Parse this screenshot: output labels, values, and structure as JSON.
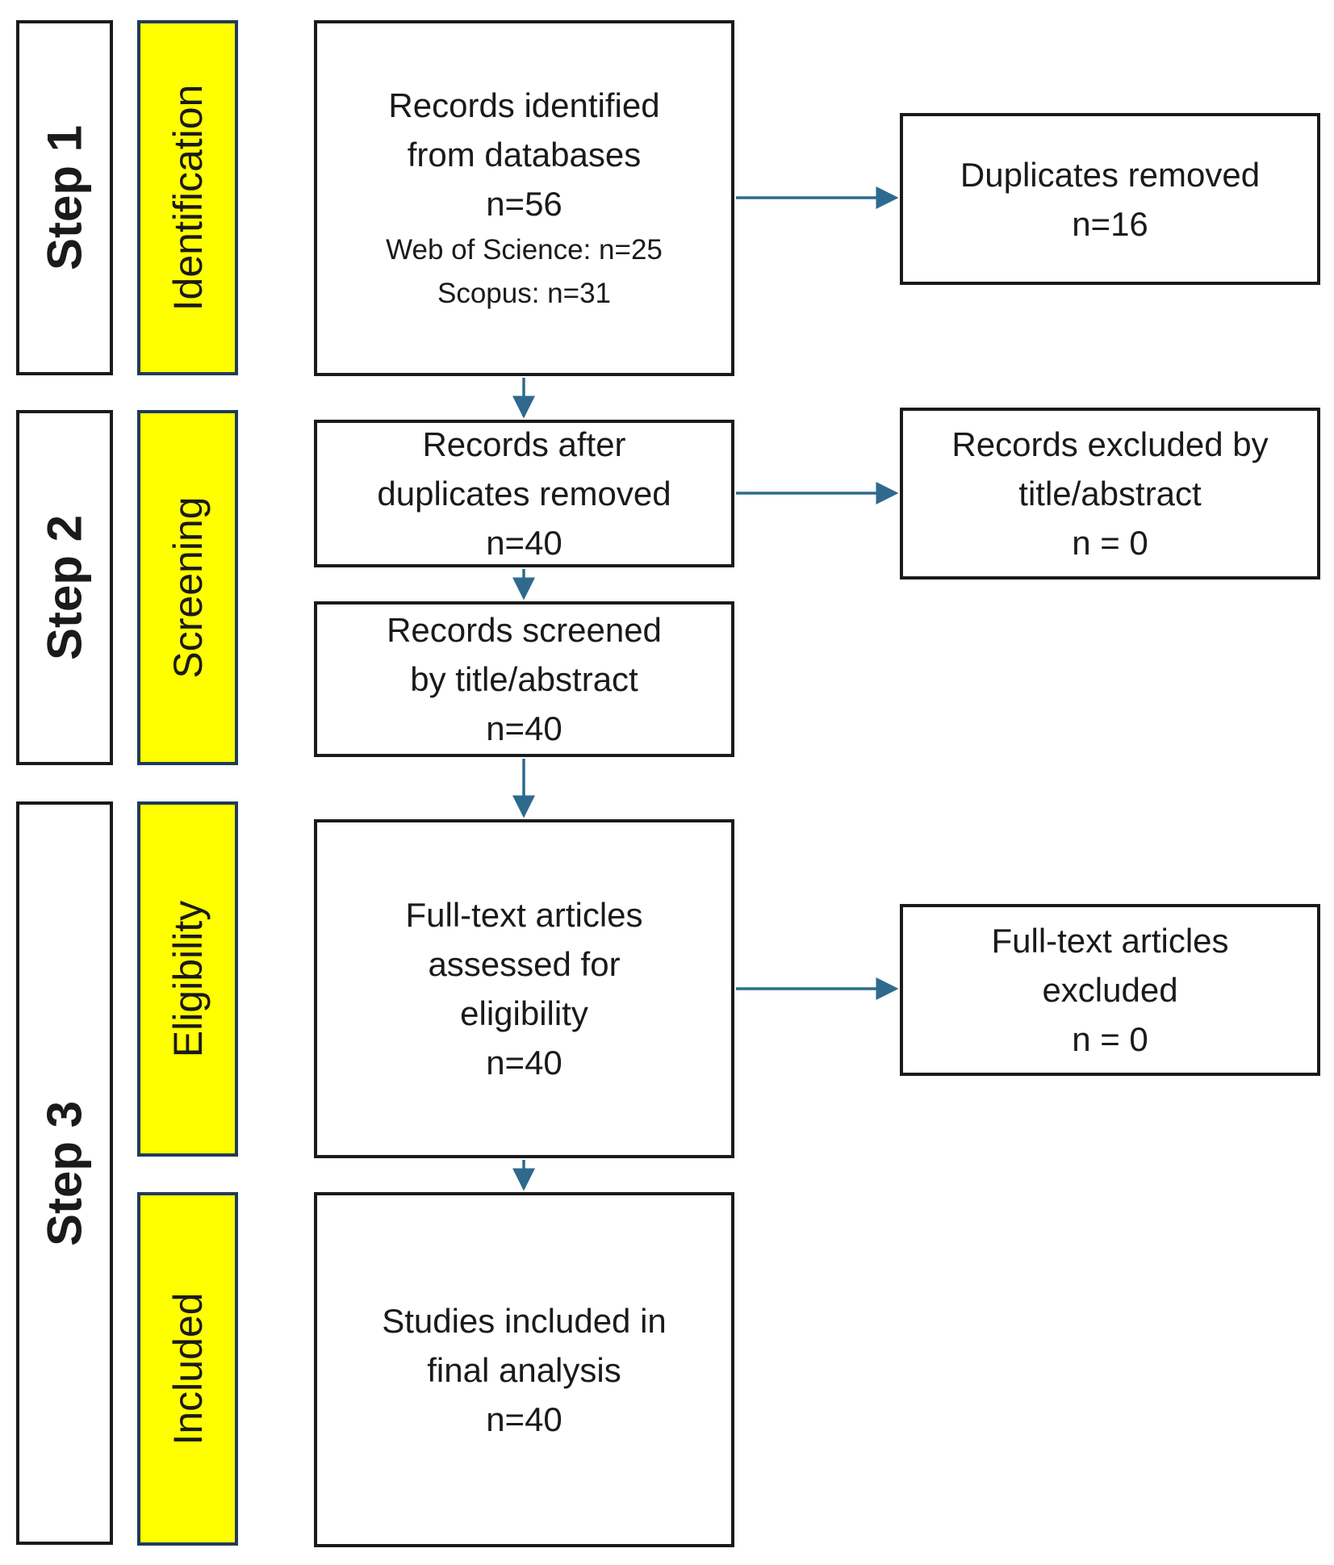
{
  "steps": {
    "step1": "Step 1",
    "step2": "Step 2",
    "step3": "Step 3"
  },
  "stages": {
    "identification": "Identification",
    "screening": "Screening",
    "eligibility": "Eligibility",
    "included": "Included"
  },
  "boxes": {
    "identified": {
      "line1": "Records identified",
      "line2": "from databases",
      "count": "n=56",
      "source1": "Web of Science: n=25",
      "source2": "Scopus: n=31"
    },
    "duplicates_removed": {
      "line1": "Duplicates removed",
      "count": "n=16"
    },
    "after_duplicates": {
      "line1": "Records after",
      "line2": "duplicates removed",
      "count": "n=40"
    },
    "excluded_title_abstract": {
      "line1": "Records excluded by",
      "line2": "title/abstract",
      "count": "n = 0"
    },
    "screened": {
      "line1": "Records screened",
      "line2": "by title/abstract",
      "count": "n=40"
    },
    "fulltext_assessed": {
      "line1": "Full-text articles",
      "line2": "assessed for",
      "line3": "eligibility",
      "count": "n=40"
    },
    "fulltext_excluded": {
      "line1": "Full-text articles",
      "line2": "excluded",
      "count": "n = 0"
    },
    "included": {
      "line1": "Studies included in",
      "line2": "final analysis",
      "count": "n=40"
    }
  },
  "colors": {
    "stage_fill": "#ffff00",
    "arrow": "#2e6a8e",
    "border": "#1a1a1a"
  }
}
